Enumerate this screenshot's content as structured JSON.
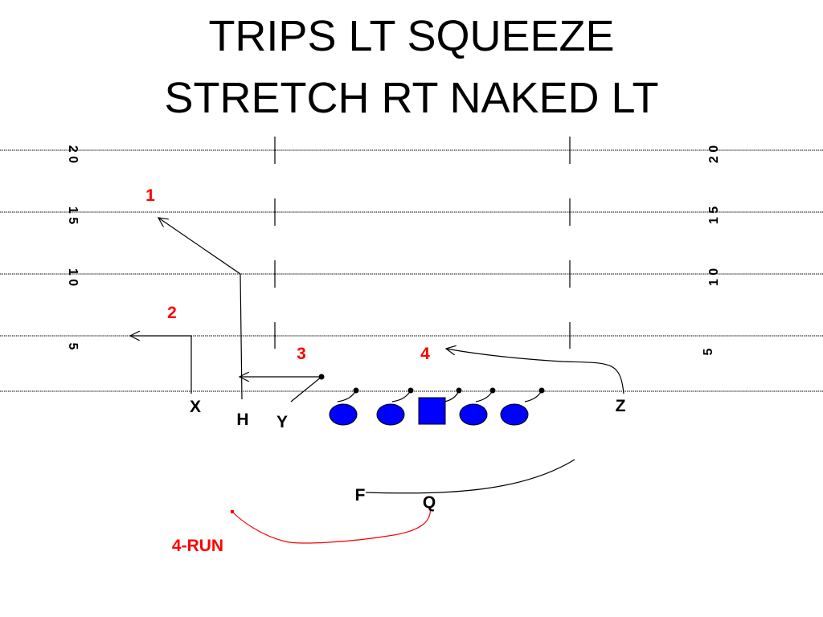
{
  "title": {
    "line1": "TRIPS LT SQUEEZE",
    "line2": "STRETCH RT NAKED LT"
  },
  "yard_numbers": {
    "left": [
      "2 0",
      "1 5",
      "1 0",
      "5"
    ],
    "right": [
      "2 0",
      "1 5",
      "1 0",
      "5"
    ]
  },
  "players": {
    "x": "X",
    "h": "H",
    "y": "Y",
    "z": "Z",
    "f": "F",
    "q": "Q"
  },
  "reads": {
    "r1": "1",
    "r2": "2",
    "r3": "3",
    "r4": "4",
    "run": "4-RUN"
  },
  "colors": {
    "lineman": "#0000ff",
    "read_text": "#ff0000",
    "run_path": "#ff0000",
    "route": "#000000"
  }
}
